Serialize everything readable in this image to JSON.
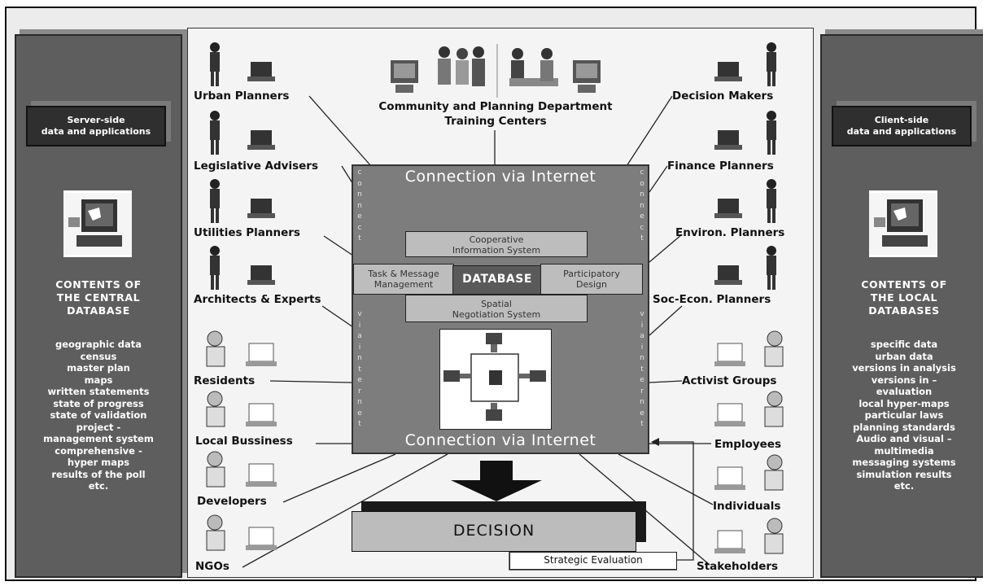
{
  "server_panel": {
    "title_line1": "Server-side",
    "title_line2": "data and applications",
    "heading": [
      "CONTENTS OF",
      "THE CENTRAL",
      "DATABASE"
    ],
    "items": [
      "geographic data",
      "census",
      "master plan",
      "maps",
      "written statements",
      "state of progress",
      "state of validation",
      "project -",
      "management system",
      "comprehensive -",
      "hyper maps",
      "results of the poll",
      "etc."
    ]
  },
  "client_panel": {
    "title_line1": "Client-side",
    "title_line2": "data and applications",
    "heading": [
      "CONTENTS OF",
      "THE LOCAL",
      "DATABASES"
    ],
    "items": [
      "specific data",
      "urban data",
      "versions in analysis",
      "versions in –",
      "evaluation",
      "local hyper-maps",
      "particular laws",
      "planning standards",
      "Audio and visual –",
      "multimedia",
      "messaging systems",
      "simulation results",
      "etc."
    ]
  },
  "top_center": {
    "line1": "Community and Planning Department",
    "line2": "Training Centers"
  },
  "left_roles": [
    "Urban Planners",
    "Legislative Advisers",
    "Utilities Planners",
    "Architects & Experts",
    "Residents",
    "Local Bussiness",
    "Developers",
    "NGOs"
  ],
  "right_roles": [
    "Decision Makers",
    "Finance Planners",
    "Environ. Planners",
    "Soc-Econ. Planners",
    "Activist Groups",
    "Employees",
    "Individuals",
    "Stakeholders"
  ],
  "connection": {
    "top_label": "Connection via Internet",
    "bottom_label": "Connection via Internet",
    "vertical_connect": "connect",
    "vertical_via_internet": "via internet"
  },
  "systems": {
    "cooperative": [
      "Cooperative",
      "Information System"
    ],
    "task": [
      "Task & Message",
      "Management"
    ],
    "database": "DATABASE",
    "participatory": [
      "Participatory",
      "Design"
    ],
    "spatial": [
      "Spatial",
      "Negotiation System"
    ]
  },
  "decision": {
    "label": "DECISION",
    "strategic": "Strategic Evaluation"
  },
  "colors": {
    "panel": "#5e5e5e",
    "connect_box": "#7d7d7d",
    "system_box": "#bdbdbd",
    "database": "#5a5a5a"
  },
  "icons": {
    "server_panel": "computer-icon",
    "client_panel": "computer-icon",
    "roles_top": "person-with-laptop-icon",
    "roles_bottom": "cartoon-person-with-laptop-icon",
    "center_top": "people-and-computers-icon",
    "network": "network-computers-icon",
    "flow": "down-arrow-icon"
  }
}
